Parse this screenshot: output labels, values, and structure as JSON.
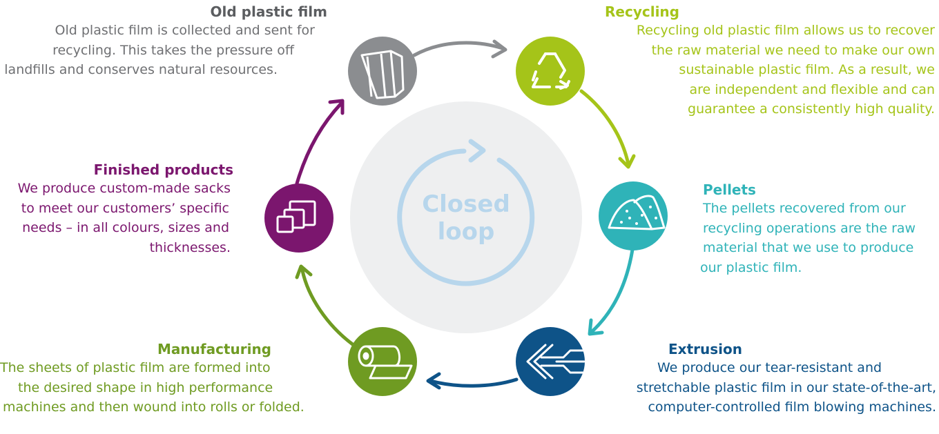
{
  "center_label": [
    "Closed",
    "loop"
  ],
  "stages": [
    {
      "id": "old-plastic-film",
      "title": "Old plastic film",
      "description": [
        "Old plastic film is collected and sent for",
        "recycling. This takes the pressure off",
        "landfills and conserves natural resources."
      ],
      "color": "#8b8d90",
      "icon": "film-sheet-icon"
    },
    {
      "id": "recycling",
      "title": "Recycling",
      "description": [
        "Recycling old plastic film allows us to recover",
        "the raw material we need to make our own",
        "sustainable plastic film. As a result, we",
        "are independent and flexible and can",
        "guarantee a consistently high quality."
      ],
      "color": "#a5c419",
      "icon": "recycle-triangle-icon"
    },
    {
      "id": "pellets",
      "title": "Pellets",
      "description": [
        "The pellets recovered from our",
        "recycling operations are the raw",
        "material that we use to produce",
        "our plastic film."
      ],
      "color": "#2fb3b8",
      "icon": "pellets-pile-icon"
    },
    {
      "id": "extrusion",
      "title": "Extrusion",
      "description": [
        "We produce our tear-resistant and",
        "stretchable plastic film in our state-of-the-art,",
        "computer-controlled film blowing machines."
      ],
      "color": "#0e5388",
      "icon": "extrusion-arrow-icon"
    },
    {
      "id": "manufacturing",
      "title": "Manufacturing",
      "description": [
        "The sheets of plastic film are formed into",
        "the desired shape in high performance",
        "machines and then wound into rolls or folded."
      ],
      "color": "#6f9b22",
      "icon": "film-roll-icon"
    },
    {
      "id": "finished-products",
      "title": "Finished products",
      "description": [
        "We produce custom-made sacks",
        "to meet our customers’ specific",
        "needs – in all colours, sizes and",
        "thicknesses."
      ],
      "color": "#7b166e",
      "icon": "stacked-squares-icon"
    }
  ],
  "center_circle_color": "#eeeff0",
  "center_ring_color": "#b7d6ec"
}
